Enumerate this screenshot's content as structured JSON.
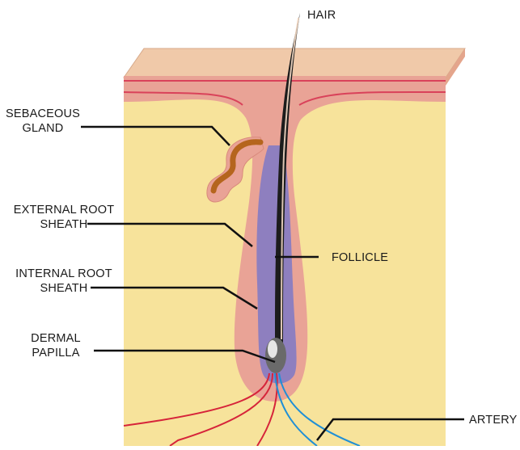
{
  "labels": {
    "hair": "HAIR",
    "sebaceous_gland": [
      "SEBACEOUS",
      "GLAND"
    ],
    "external_root_sheath": [
      "EXTERNAL ROOT",
      "SHEATH"
    ],
    "internal_root_sheath": [
      "INTERNAL ROOT",
      "SHEATH"
    ],
    "dermal_papilla": [
      "DERMAL",
      "PAPILLA"
    ],
    "follicle": "FOLLICLE",
    "artery": "ARTERY"
  },
  "colors": {
    "skin_surface": "#f0c9a9",
    "epidermis": "#e9a396",
    "dermis": "#f7e39b",
    "inner_sheath": "#8e7fbf",
    "hair": "#1c1c1c",
    "sebaceous_gland": "#b5651d",
    "artery": "#d6243a",
    "vein": "#1f8fd6"
  }
}
